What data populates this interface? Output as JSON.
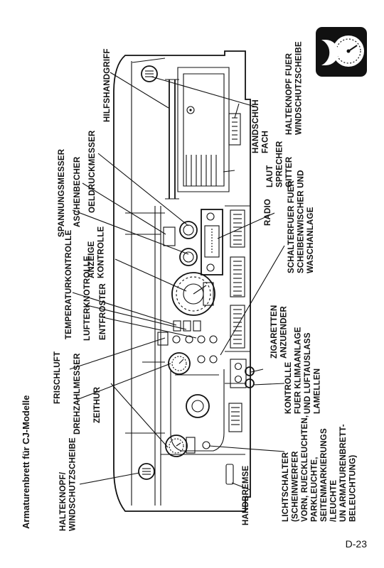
{
  "title": "Armaturenbrett für CJ-Modelle",
  "page_number": "D-23",
  "badge_icon": "gauges-icon",
  "labels": {
    "halteknopf_links": [
      "HALTEKNOPF/",
      "WINDSCHUTZSCHEIBE"
    ],
    "drehzahlmesser": [
      "DREHZAHLMESSER"
    ],
    "zeituhr": [
      "ZEITHUR"
    ],
    "frischluft": [
      "FRISCHLUFT"
    ],
    "lufterkontrolle": [
      "LUFTERKNOTROLLE"
    ],
    "entfroster": [
      "ENTFROSTER"
    ],
    "temperaturkontrolle": [
      "TEMPERATURKONTROLLE"
    ],
    "anzeige_kontrolle": [
      "ANZEIGE",
      "KONTROLLE"
    ],
    "spannungsmesser": [
      "SPANNUNGSMESSER"
    ],
    "aschenbecher": [
      "ASCHENBECHER"
    ],
    "oeldruckmesser": [
      "OELDRUCKMESSER"
    ],
    "hilfshandgriff": [
      "HILFSHANDGRIFF"
    ],
    "handschuhfach": [
      "HANDSCHUH",
      "FACH"
    ],
    "lautsprecher": [
      "LAUT",
      "SPRECHER",
      "GITTER"
    ],
    "radio": [
      "RADIO"
    ],
    "halteknopf_rechts": [
      "HALTEKNOPF FUER",
      "WINDSCHUTZSCHEIBE"
    ],
    "schalter": [
      "SCHALTERFUER FUER",
      "SCHEIBENWISCHER UND",
      "WASCHANLAGE"
    ],
    "zigaretten": [
      "ZIGARETTEN",
      "ANZUENDER"
    ],
    "klima": [
      "KONTROLLE",
      "FUER KLIMAANLAGE",
      "UND LUFTAUSLASS",
      "LAMELLEN"
    ],
    "lichtschalter": [
      "LICHTSCHALTER",
      "(SCHEINWERFER",
      "VORN, RUECKLEUCHTEN,",
      "PARKLEUCHTE,",
      "SEITENMARKIERUNGS",
      "/LEUCHTE",
      "UN ARMATURENBRETT-",
      "BELEUCHTUNG)"
    ],
    "handbremse": [
      "HANDBREMSE"
    ]
  }
}
